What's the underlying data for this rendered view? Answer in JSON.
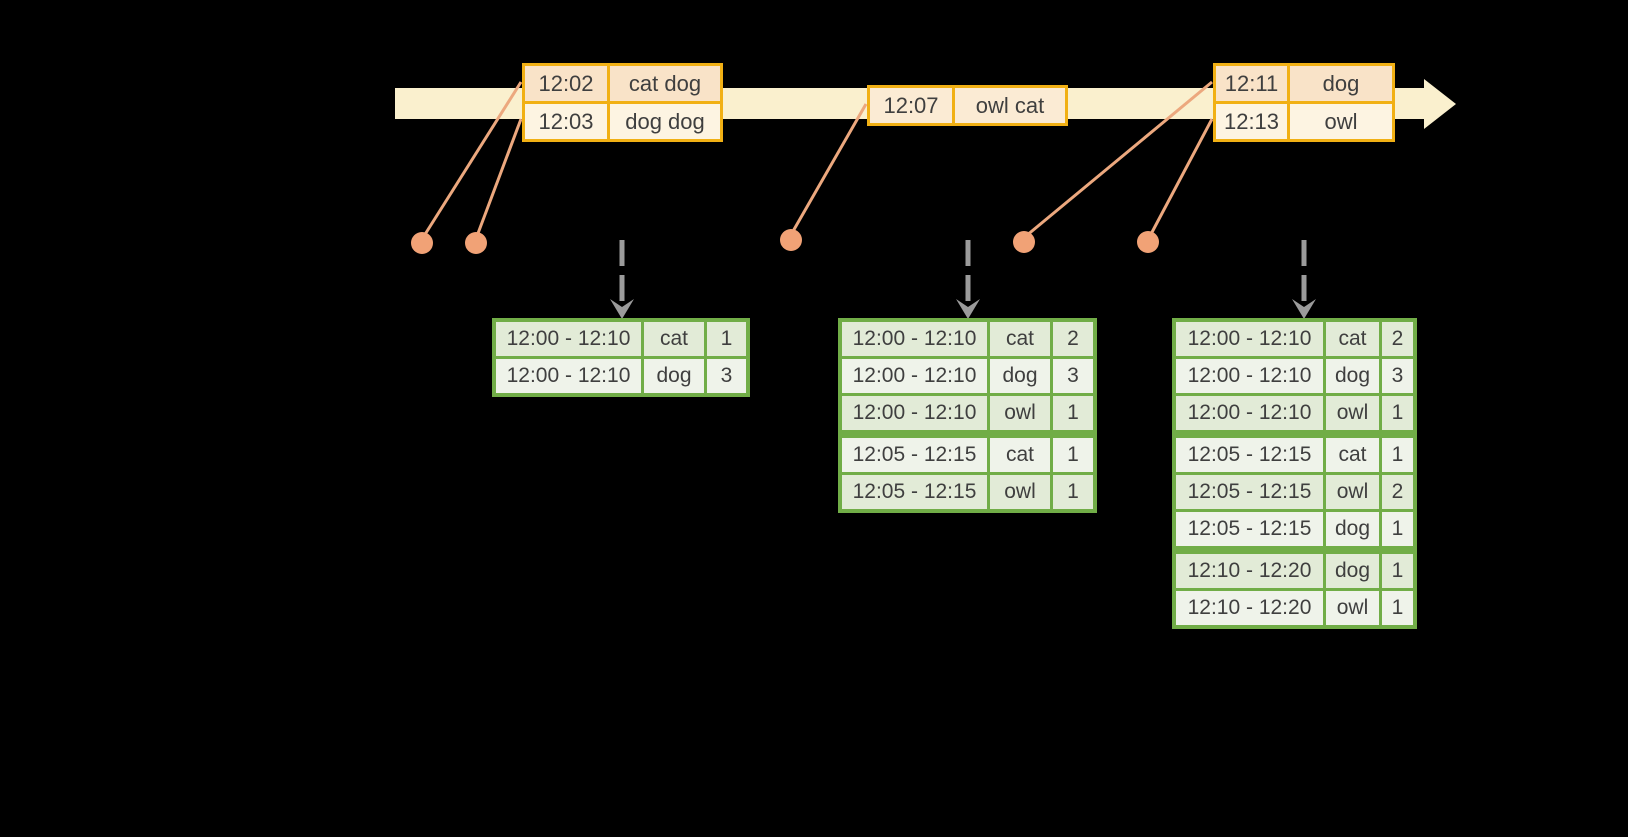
{
  "diagram": {
    "description": "Streaming windowed grouped aggregation diagram: input events on a timeline feed windowed word-count result tables"
  },
  "colors": {
    "background": "#000000",
    "timeline_band": "#faf0ce",
    "event_table_border": "#f1b014",
    "event_row_dark": "#f9e3c8",
    "event_row_light": "#fdf4e2",
    "event_row_mid": "#fbebd4",
    "event_dot": "#f1a276",
    "event_line": "#eca87e",
    "trigger_arrow": "#9b9b9b",
    "result_table_border": "#71ad47",
    "result_row_dark": "#e2ebd7",
    "result_row_light": "#eff3ea",
    "text": "#3f3f3f"
  },
  "event_tables": [
    {
      "rows": [
        {
          "time": "12:02",
          "words": "cat dog"
        },
        {
          "time": "12:03",
          "words": "dog dog"
        }
      ]
    },
    {
      "rows": [
        {
          "time": "12:07",
          "words": "owl cat"
        }
      ]
    },
    {
      "rows": [
        {
          "time": "12:11",
          "words": "dog"
        },
        {
          "time": "12:13",
          "words": "owl"
        }
      ]
    }
  ],
  "result_tables": [
    {
      "rows": [
        {
          "window": "12:00 - 12:10",
          "word": "cat",
          "count": "1"
        },
        {
          "window": "12:00 - 12:10",
          "word": "dog",
          "count": "3"
        }
      ]
    },
    {
      "rows": [
        {
          "window": "12:00 - 12:10",
          "word": "cat",
          "count": "2"
        },
        {
          "window": "12:00 - 12:10",
          "word": "dog",
          "count": "3"
        },
        {
          "window": "12:00 - 12:10",
          "word": "owl",
          "count": "1"
        },
        {
          "window": "12:05 - 12:15",
          "word": "cat",
          "count": "1"
        },
        {
          "window": "12:05 - 12:15",
          "word": "owl",
          "count": "1"
        }
      ]
    },
    {
      "rows": [
        {
          "window": "12:00 - 12:10",
          "word": "cat",
          "count": "2"
        },
        {
          "window": "12:00 - 12:10",
          "word": "dog",
          "count": "3"
        },
        {
          "window": "12:00 - 12:10",
          "word": "owl",
          "count": "1"
        },
        {
          "window": "12:05 - 12:15",
          "word": "cat",
          "count": "1"
        },
        {
          "window": "12:05 - 12:15",
          "word": "owl",
          "count": "2"
        },
        {
          "window": "12:05 - 12:15",
          "word": "dog",
          "count": "1"
        },
        {
          "window": "12:10 - 12:20",
          "word": "dog",
          "count": "1"
        },
        {
          "window": "12:10 - 12:20",
          "word": "owl",
          "count": "1"
        }
      ]
    }
  ]
}
